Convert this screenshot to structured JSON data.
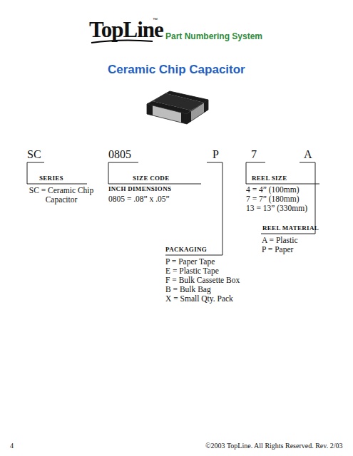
{
  "diagram": {
    "title": "Ceramic Chip Capacitor",
    "labels": [
      "TopLine",
      "™",
      "Part Numbering System",
      "SC",
      "0805",
      "P",
      "7",
      "A",
      "SERIES",
      "SC = Ceramic Chip Capacitor",
      "SIZE CODE",
      "INCH DIMENSIONS",
      "0805 = .08” x .05”",
      "REEL SIZE",
      "4 = 4” (100mm)",
      "7 = 7” (180mm)",
      "13 = 13” (330mm)",
      "REEL MATERIAL",
      "A = Plastic",
      "P = Paper",
      "PACKAGING",
      "P = Paper Tape",
      "E = Plastic Tape",
      "F = Bulk Cassette Box",
      "B = Bulk Bag",
      "X = Small Qty. Pack",
      "4",
      "©2003 TopLine. All Rights Reserved. Rev. 2/03"
    ]
  }
}
